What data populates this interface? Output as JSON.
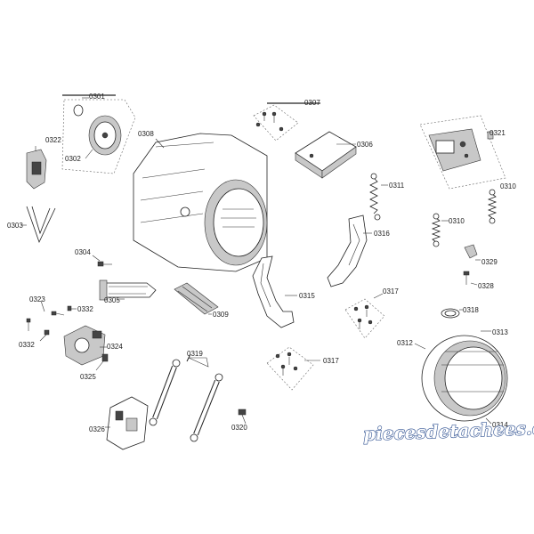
{
  "callouts": {
    "c0301": "0301",
    "c0302": "0302",
    "c0303": "0303",
    "c0304": "0304",
    "c0305": "0305",
    "c0306": "0306",
    "c0307": "0307",
    "c0308": "0308",
    "c0309": "0309",
    "c0310a": "0310",
    "c0310b": "0310",
    "c0311": "0311",
    "c0312": "0312",
    "c0313": "0313",
    "c0314": "0314",
    "c0315": "0315",
    "c0316": "0316",
    "c0317a": "0317",
    "c0317b": "0317",
    "c0318": "0318",
    "c0319": "0319",
    "c0320": "0320",
    "c0321": "0321",
    "c0322": "0322",
    "c0323": "0323",
    "c0324": "0324",
    "c0325": "0325",
    "c0326": "0326",
    "c0328": "0328",
    "c0329": "0329",
    "c0332a": "0332",
    "c0332b": "0332"
  },
  "watermark": "piecesdetachees.elec.com",
  "colors": {
    "line": "#333333",
    "watermark_outline": "#2a4d8f",
    "part_fill": "#ffffff",
    "shade": "#c8c8c8"
  }
}
